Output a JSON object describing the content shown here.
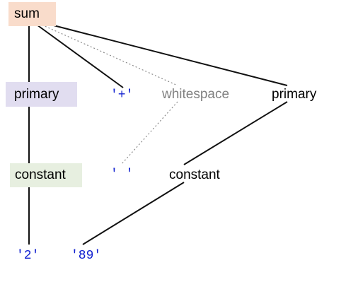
{
  "diagram": {
    "nodes": {
      "sum": "sum",
      "primary_left": "primary",
      "plus_token": "'+'",
      "whitespace": "whitespace",
      "primary_right": "primary",
      "constant_left": "constant",
      "space_token": "' '",
      "constant_right": "constant",
      "token_2": "'2'",
      "token_89": "'89'"
    },
    "colors": {
      "sum_highlight": "#f9dccb",
      "primary_highlight": "#e1ddf0",
      "constant_highlight": "#e7efe0",
      "terminal_text": "#1020d0",
      "whitespace_text": "#808080",
      "edge": "#111111",
      "dotted_edge": "#8b8b8b"
    }
  }
}
